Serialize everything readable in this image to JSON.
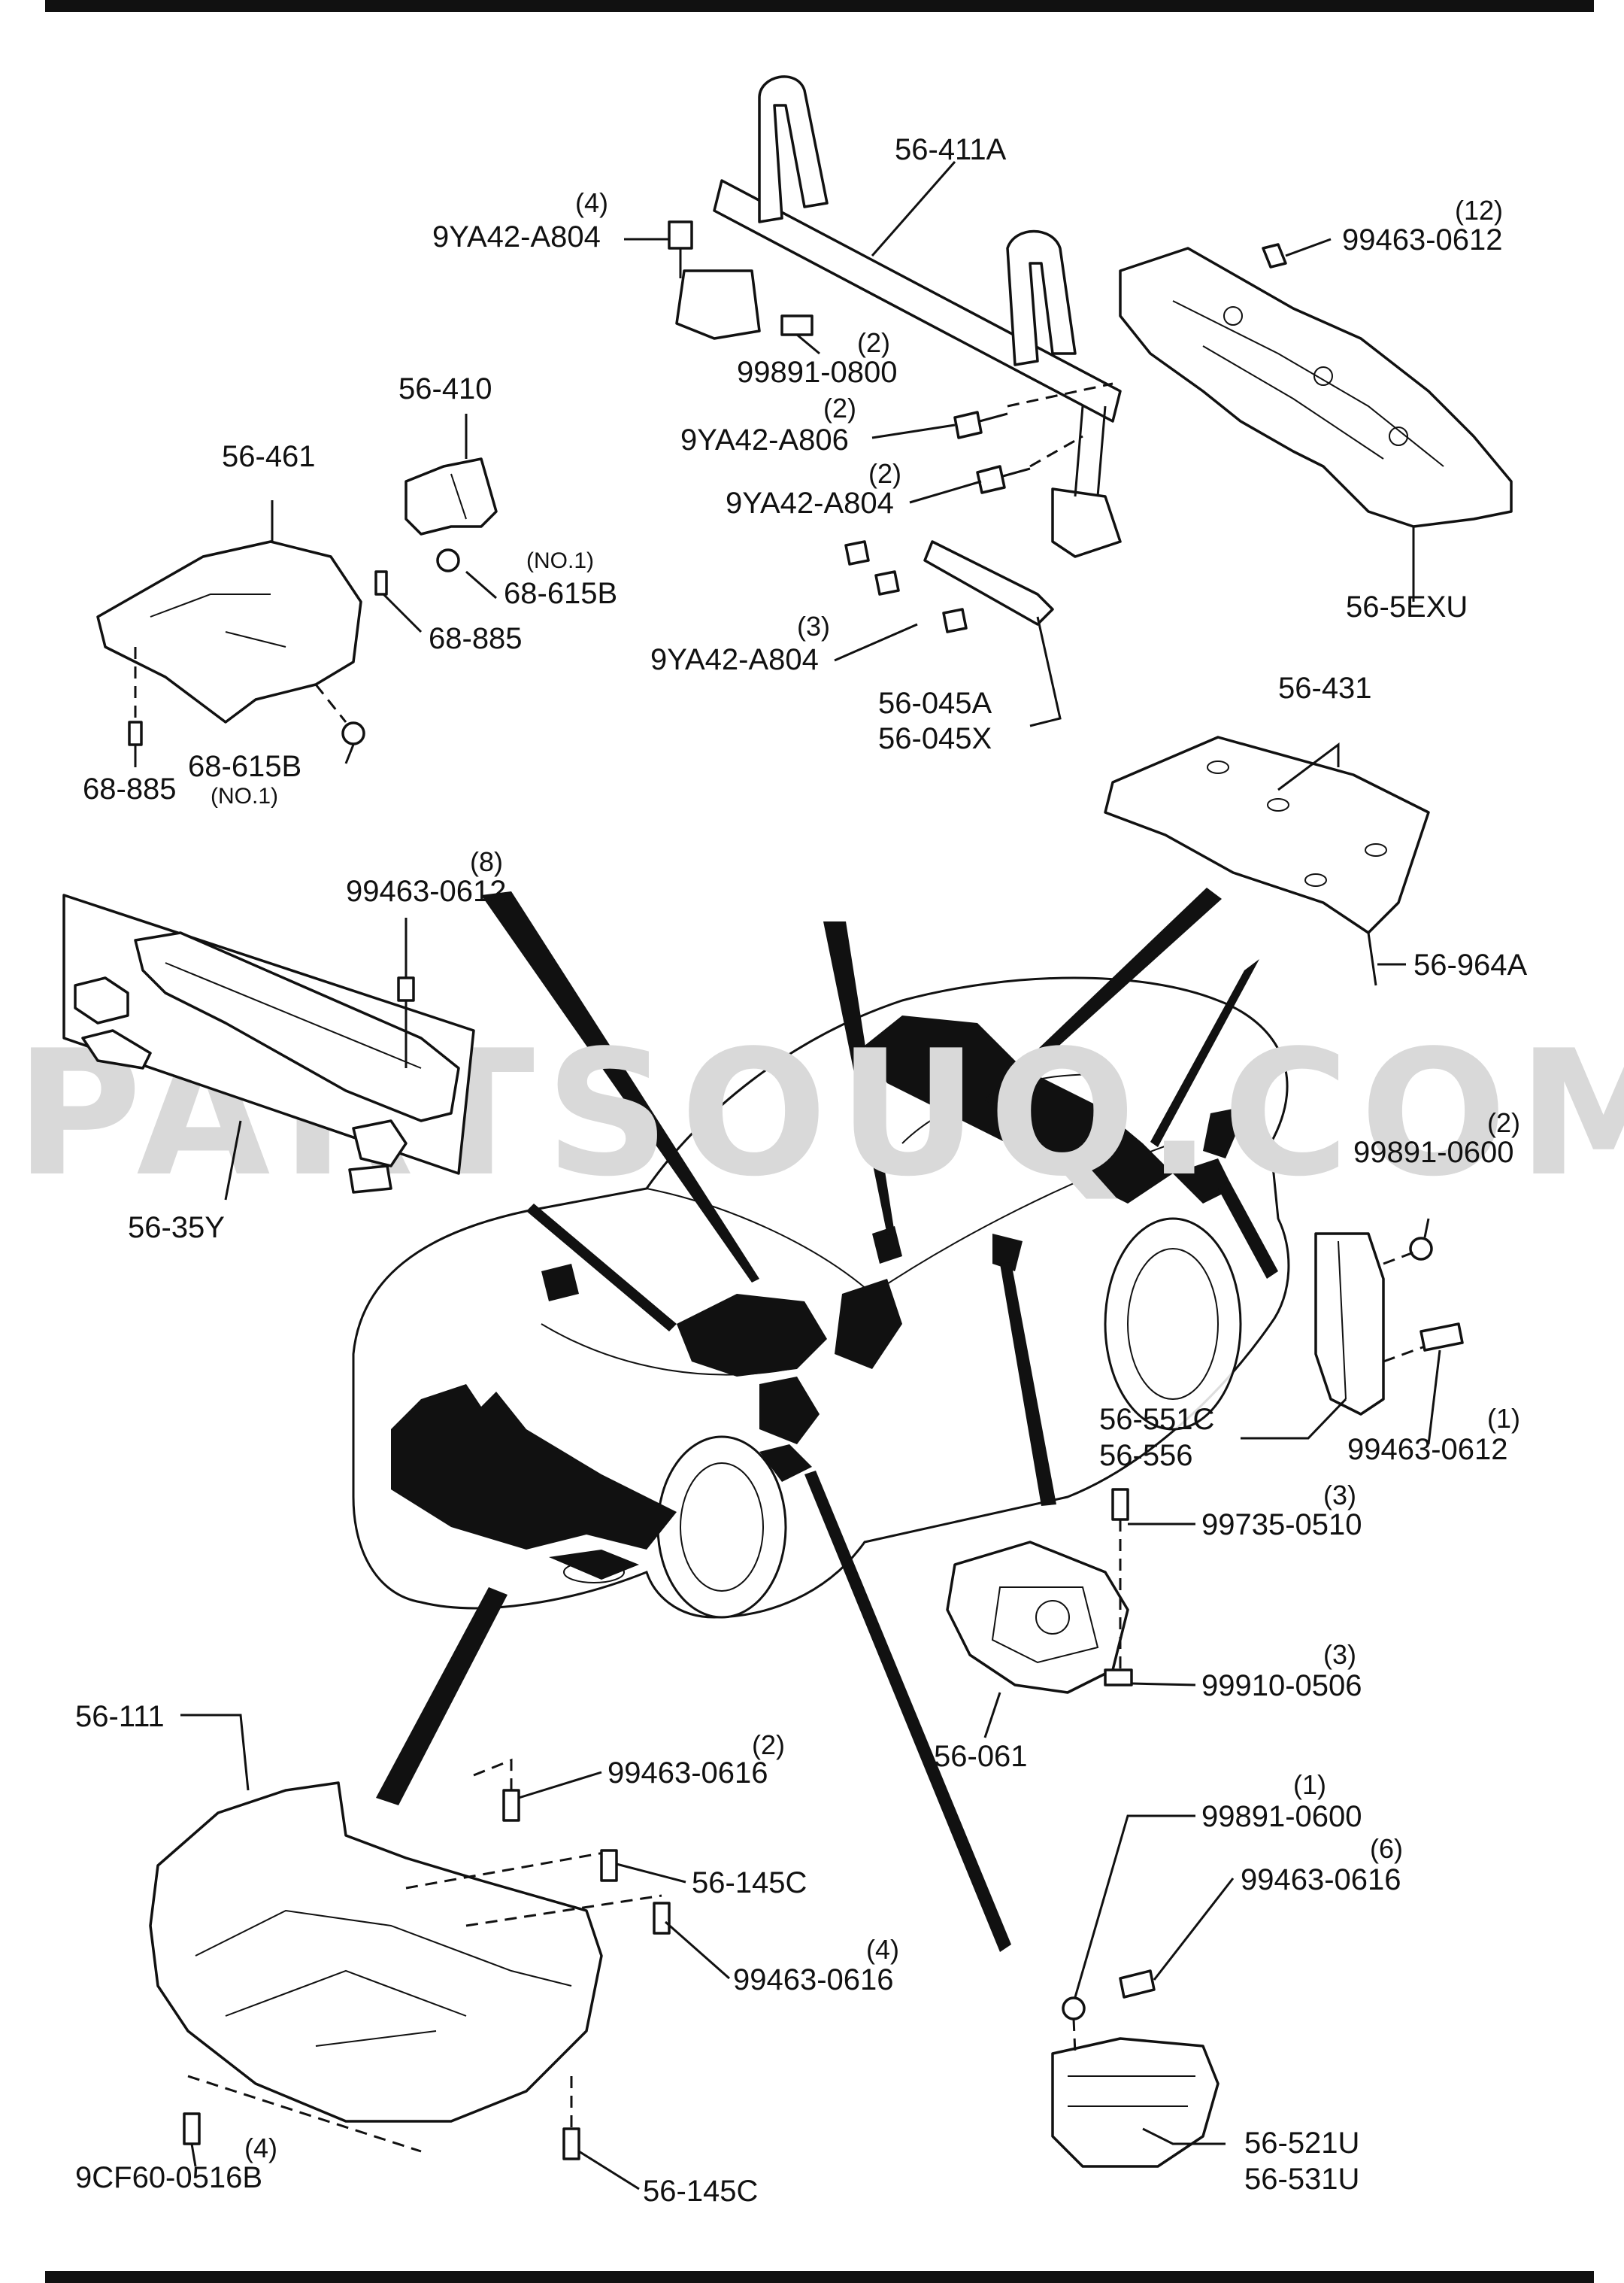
{
  "diagram": {
    "watermark": "PARTSOUQ.COM",
    "parts": [
      {
        "id": "p_56_411A",
        "code": "56-411A"
      },
      {
        "id": "p_9YA42_A804_top",
        "code": "9YA42-A804",
        "qty": "(4)"
      },
      {
        "id": "p_99891_0800",
        "code": "99891-0800",
        "qty": "(2)"
      },
      {
        "id": "p_9YA42_A806",
        "code": "9YA42-A806",
        "qty": "(2)"
      },
      {
        "id": "p_9YA42_A804_mid",
        "code": "9YA42-A804",
        "qty": "(2)"
      },
      {
        "id": "p_9YA42_A804_low",
        "code": "9YA42-A804",
        "qty": "(3)"
      },
      {
        "id": "p_56_045A",
        "code": "56-045A"
      },
      {
        "id": "p_56_045X",
        "code": "56-045X"
      },
      {
        "id": "p_99463_0612_top",
        "code": "99463-0612",
        "qty": "(12)"
      },
      {
        "id": "p_56_5EXU",
        "code": "56-5EXU"
      },
      {
        "id": "p_56_410",
        "code": "56-410"
      },
      {
        "id": "p_56_461",
        "code": "56-461"
      },
      {
        "id": "p_68_615B_r",
        "code": "68-615B",
        "note": "(NO.1)"
      },
      {
        "id": "p_68_885_r",
        "code": "68-885"
      },
      {
        "id": "p_68_885_l",
        "code": "68-885"
      },
      {
        "id": "p_68_615B_l",
        "code": "68-615B",
        "note": "(NO.1)"
      },
      {
        "id": "p_56_431",
        "code": "56-431"
      },
      {
        "id": "p_56_964A",
        "code": "56-964A"
      },
      {
        "id": "p_99463_0612_left",
        "code": "99463-0612",
        "qty": "(8)"
      },
      {
        "id": "p_56_35Y",
        "code": "56-35Y"
      },
      {
        "id": "p_99891_0600_right",
        "code": "99891-0600",
        "qty": "(2)"
      },
      {
        "id": "p_56_551C",
        "code": "56-551C"
      },
      {
        "id": "p_56_556",
        "code": "56-556"
      },
      {
        "id": "p_99463_0612_right",
        "code": "99463-0612",
        "qty": "(1)"
      },
      {
        "id": "p_99735_0510",
        "code": "99735-0510",
        "qty": "(3)"
      },
      {
        "id": "p_99910_0506",
        "code": "99910-0506",
        "qty": "(3)"
      },
      {
        "id": "p_56_061",
        "code": "56-061"
      },
      {
        "id": "p_56_111",
        "code": "56-111"
      },
      {
        "id": "p_99463_0616_a",
        "code": "99463-0616",
        "qty": "(2)"
      },
      {
        "id": "p_56_145C_a",
        "code": "56-145C"
      },
      {
        "id": "p_99463_0616_b",
        "code": "99463-0616",
        "qty": "(4)"
      },
      {
        "id": "p_9CF60_0516B",
        "code": "9CF60-0516B",
        "qty": "(4)"
      },
      {
        "id": "p_56_145C_b",
        "code": "56-145C"
      },
      {
        "id": "p_99891_0600_low",
        "code": "99891-0600",
        "qty": "(1)"
      },
      {
        "id": "p_99463_0616_c",
        "code": "99463-0616",
        "qty": "(6)"
      },
      {
        "id": "p_56_521U",
        "code": "56-521U"
      },
      {
        "id": "p_56_531U",
        "code": "56-531U"
      }
    ]
  }
}
